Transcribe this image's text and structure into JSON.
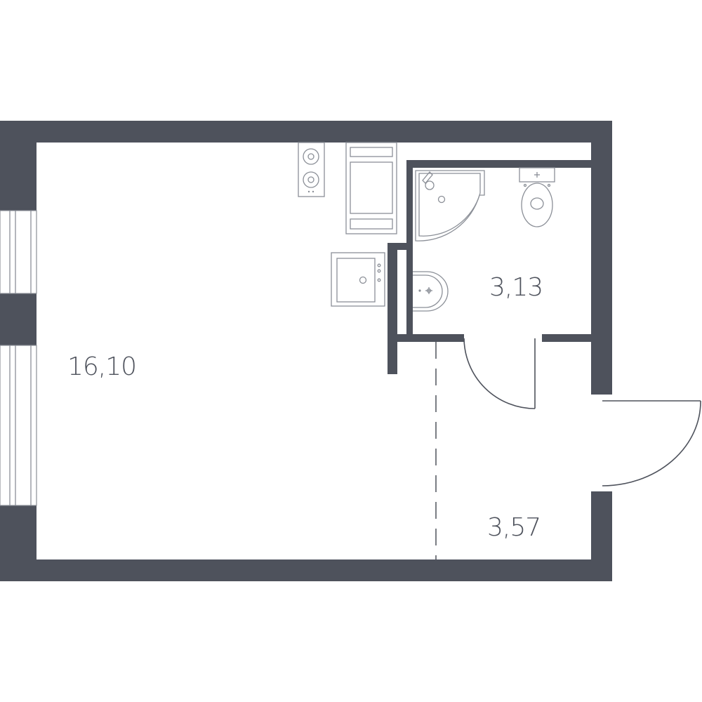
{
  "floorplan": {
    "rooms": [
      {
        "id": "living",
        "area": "16,10"
      },
      {
        "id": "bathroom",
        "area": "3,13"
      },
      {
        "id": "hallway",
        "area": "3,57"
      }
    ]
  },
  "colors": {
    "wall": "#4e525c",
    "fixture_line": "#8b8f97",
    "background": "#ffffff"
  }
}
